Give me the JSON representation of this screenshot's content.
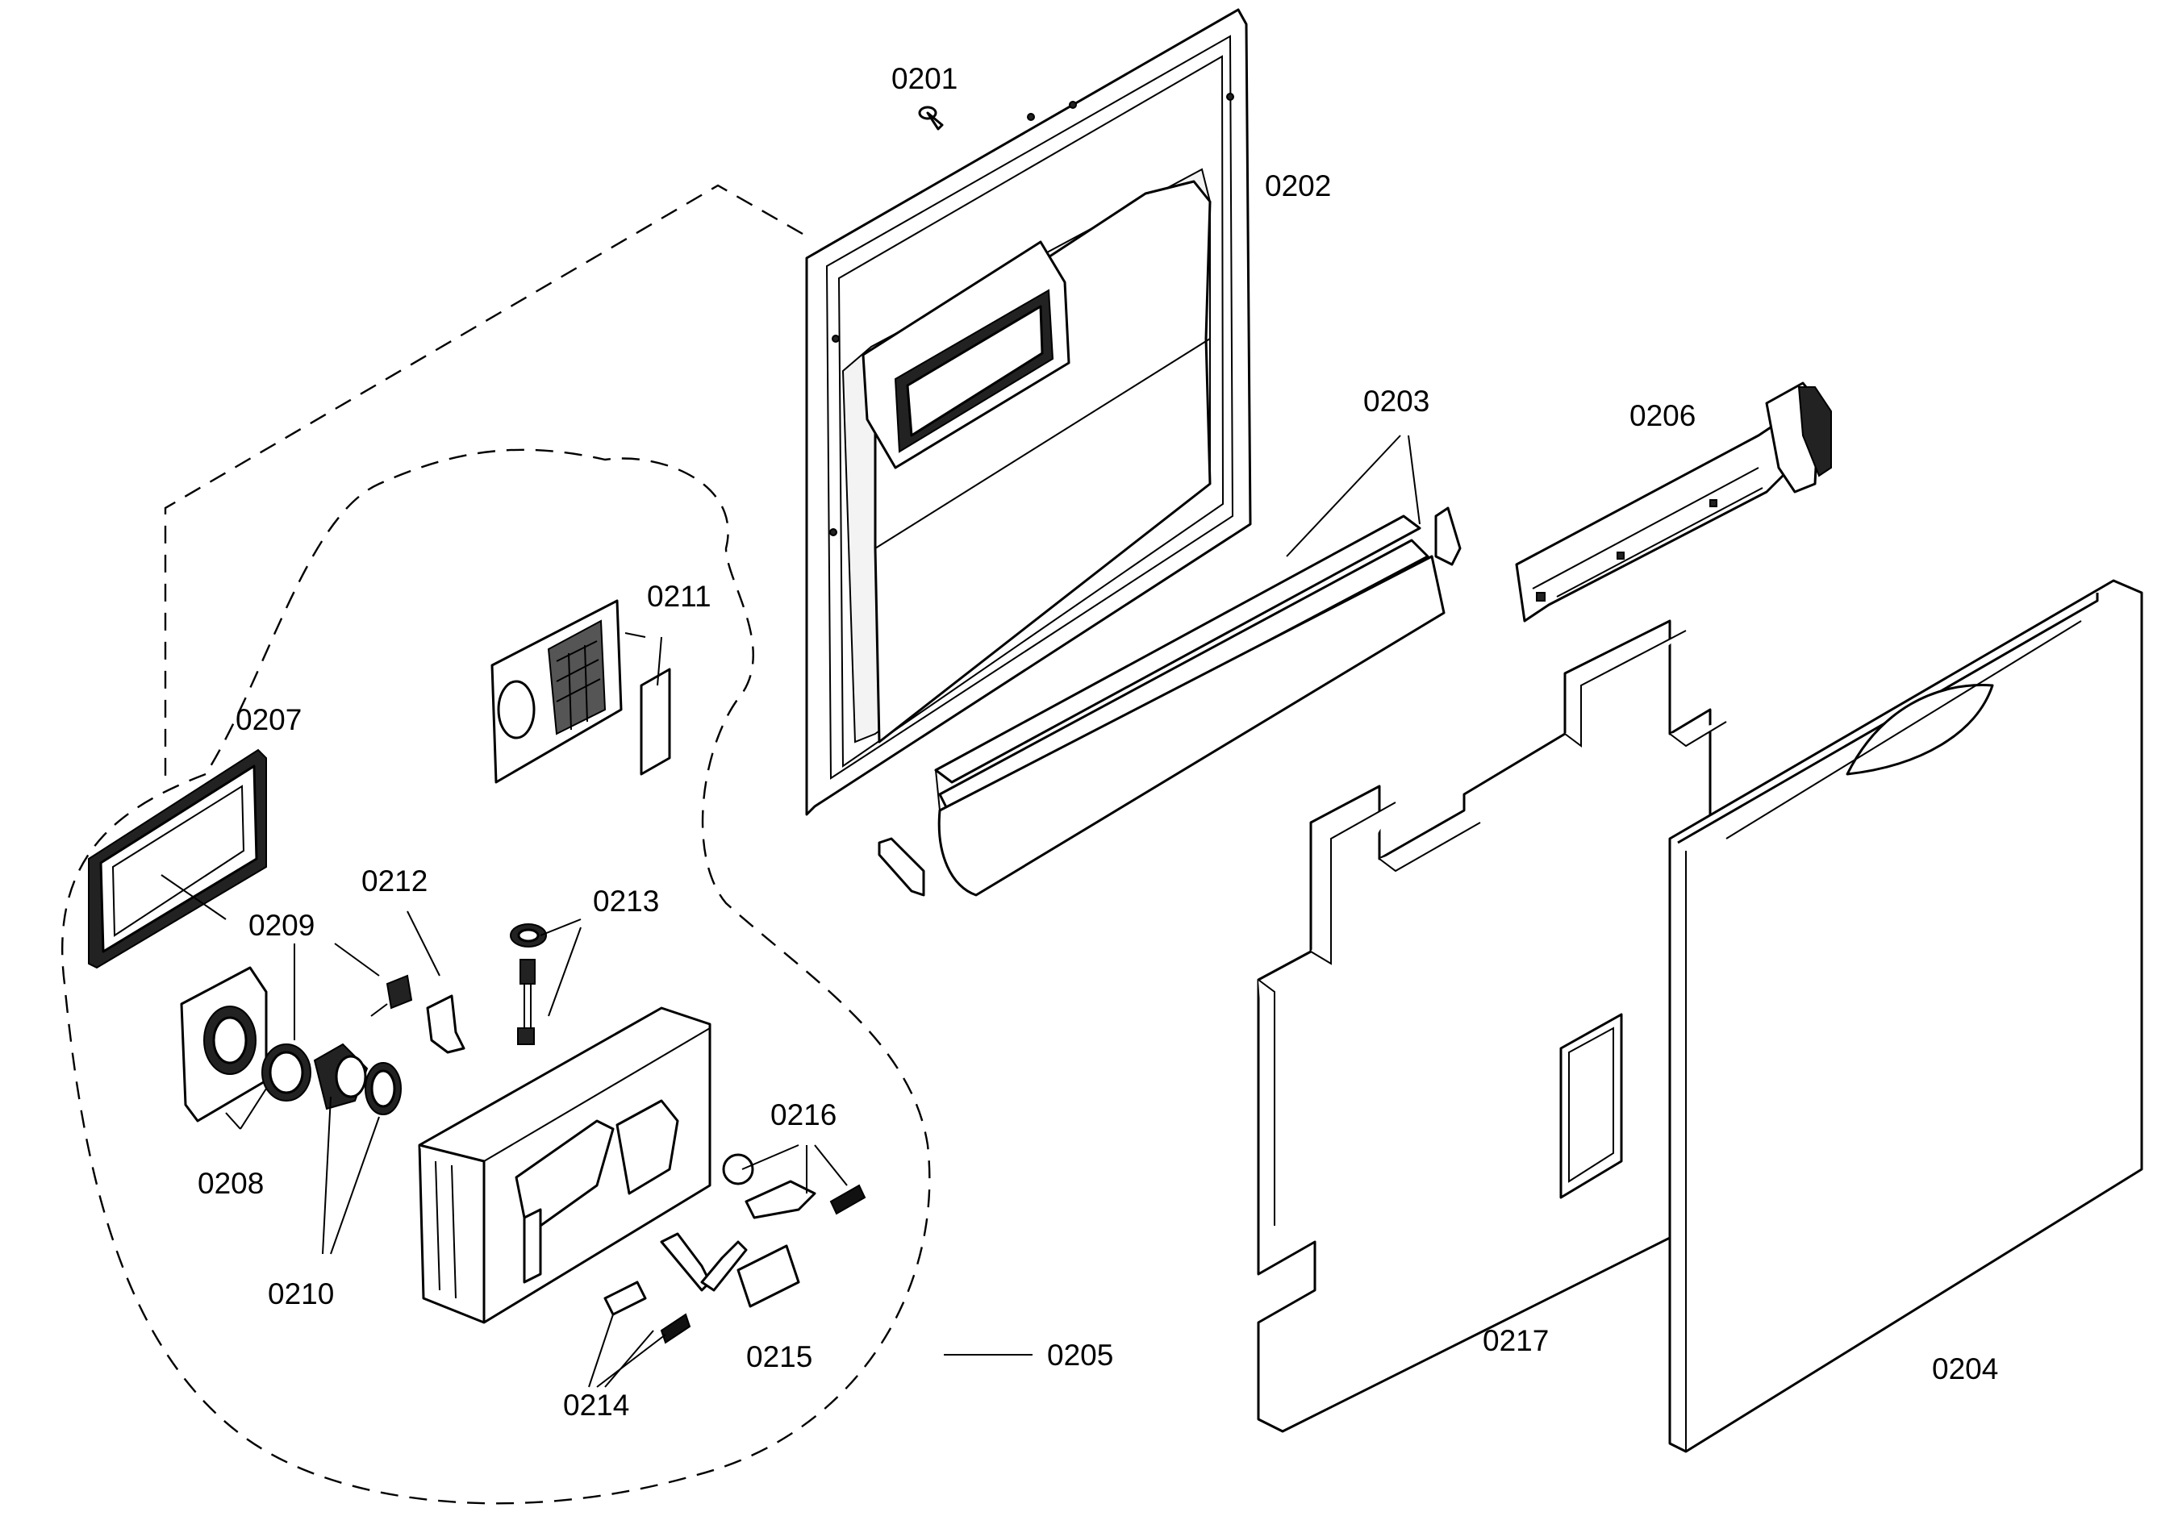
{
  "diagram": {
    "labels": {
      "p0201": "0201",
      "p0202": "0202",
      "p0203": "0203",
      "p0204": "0204",
      "p0205": "0205",
      "p0206": "0206",
      "p0207": "0207",
      "p0208": "0208",
      "p0209": "0209",
      "p0210": "0210",
      "p0211": "0211",
      "p0212": "0212",
      "p0213": "0213",
      "p0214": "0214",
      "p0215": "0215",
      "p0216": "0216",
      "p0217": "0217"
    }
  }
}
